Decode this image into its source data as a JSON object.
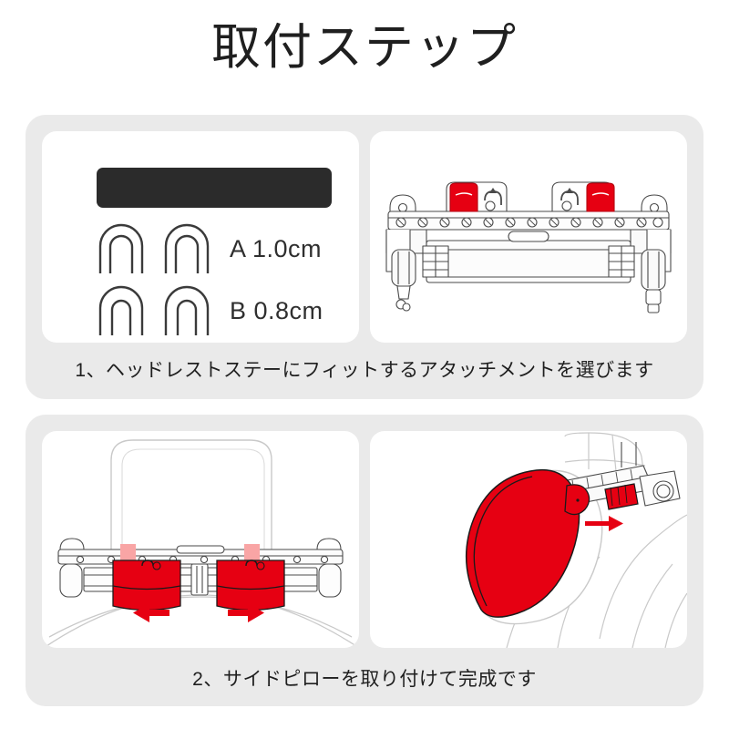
{
  "page": {
    "title": "取付ステップ",
    "background_color": "#ffffff",
    "section_background_color": "#eaeaea",
    "card_background_color": "#ffffff",
    "accent_red": "#e60012",
    "pad_color": "#2b2b2b",
    "line_color": "#4a4a4a",
    "text_color": "#1f1f1f"
  },
  "steps": [
    {
      "number": "1",
      "caption": "1、ヘッドレストステーにフィットするアタッチメントを選びます",
      "panels": [
        {
          "name": "parts-kit",
          "parts": [
            {
              "label": "A 1.0cm",
              "shape": "u-bracket",
              "count": 2
            },
            {
              "label": "B 0.8cm",
              "shape": "u-bracket",
              "count": 2
            }
          ],
          "pad": {
            "shape": "rounded-bar",
            "color": "#2b2b2b"
          }
        },
        {
          "name": "bracket-assembly-front-view",
          "red_parts": 2,
          "posts": 2,
          "rail_notches": 12
        }
      ]
    },
    {
      "number": "2",
      "caption": "2、サイドピローを取り付けて完成です",
      "panels": [
        {
          "name": "headrest-rear-view-sliding-blocks",
          "red_blocks": 2,
          "arrows": [
            {
              "direction": "left",
              "color": "#e60012"
            },
            {
              "direction": "right",
              "color": "#e60012"
            }
          ]
        },
        {
          "name": "side-pillow-installed-view",
          "red_pillow": 1,
          "arrows": [
            {
              "direction": "right",
              "color": "#e60012"
            }
          ]
        }
      ]
    }
  ]
}
